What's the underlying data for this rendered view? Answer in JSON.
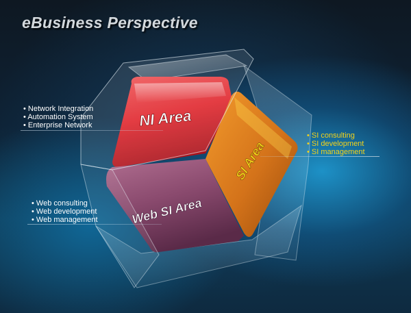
{
  "title": "eBusiness Perspective",
  "areas": {
    "ni": {
      "label": "NI Area",
      "color": "#e0262d"
    },
    "si": {
      "label": "SI Area",
      "color": "#d4731a",
      "text_color": "#f3d21a"
    },
    "web_si": {
      "label": "Web SI Area",
      "color": "#8a4a6e"
    }
  },
  "annotations": {
    "network": [
      "Network Integration",
      "Automation System",
      "Enterprise Network"
    ],
    "si": [
      "SI consulting",
      "SI development",
      "SI management"
    ],
    "web": [
      "Web consulting",
      "Web development",
      "Web management"
    ]
  }
}
